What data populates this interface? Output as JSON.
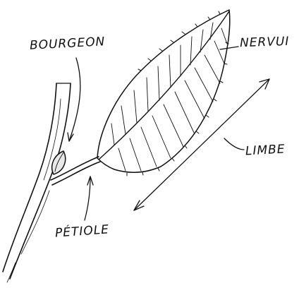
{
  "labels": {
    "bourgeon": "BOURGEON",
    "nervure": "NERVUI",
    "limbe": "LIMBE",
    "petiole": "PÉTIOLE"
  },
  "colors": {
    "ink": "#111111",
    "background": "#ffffff"
  }
}
